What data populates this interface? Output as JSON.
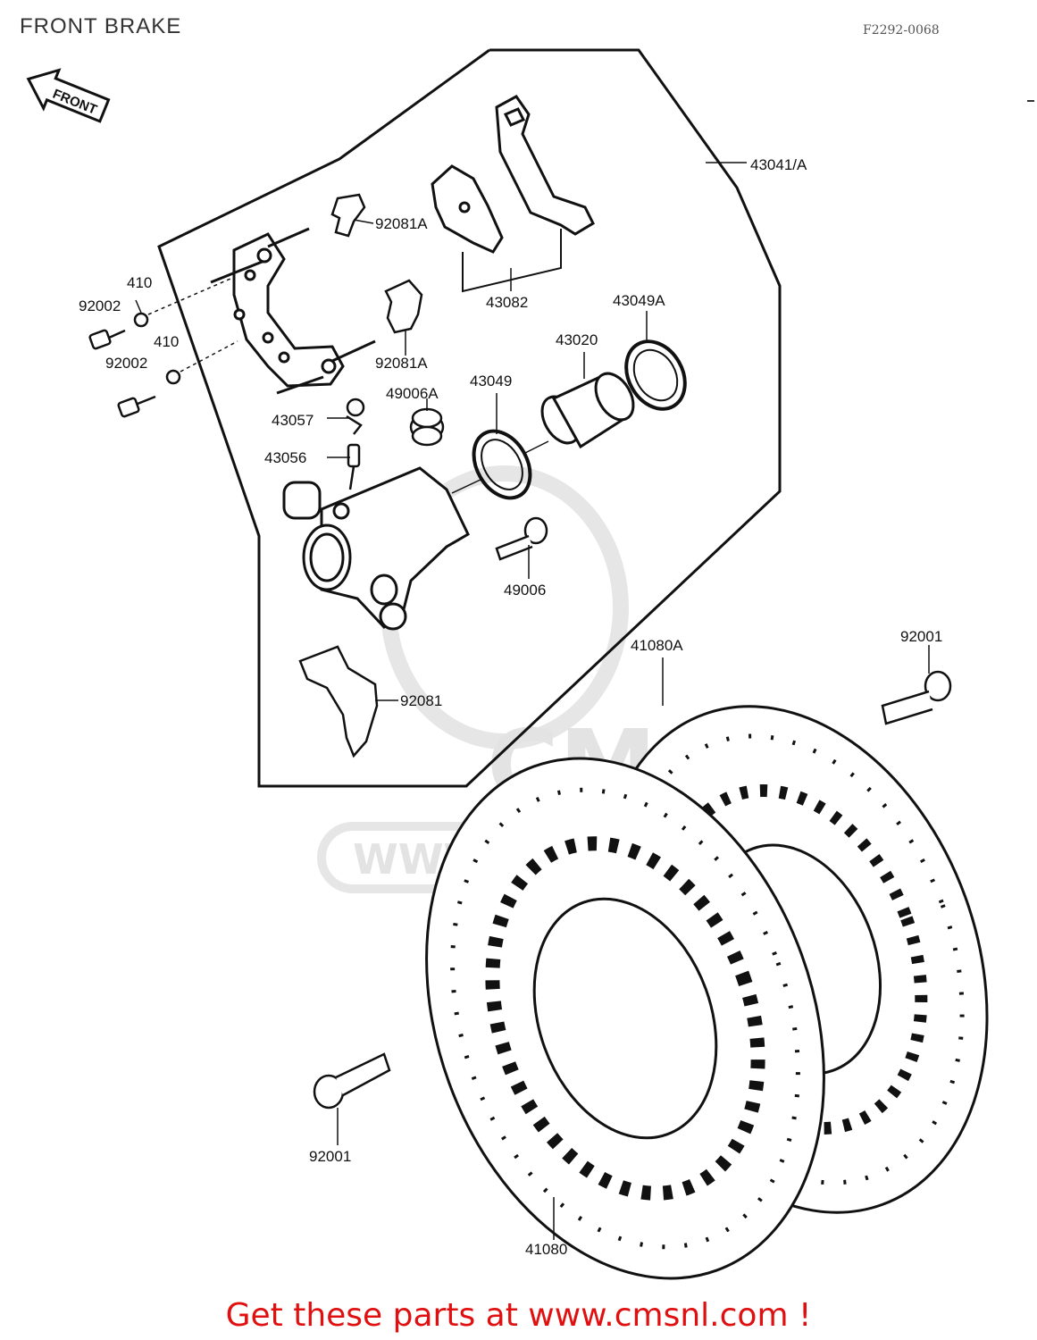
{
  "title": "FRONT BRAKE",
  "ref_code": "F2292-0068",
  "front_arrow_text": "FRONT",
  "watermark": {
    "logo": "CMS",
    "url": "WWW.CMSNL.COM"
  },
  "labels": {
    "caliper_assy": "43041/A",
    "retainer_upper": "92081A",
    "pad_set": "43082",
    "seal_outer": "43049A",
    "piston": "43020",
    "washer_a": "410",
    "bolt_a": "92002",
    "washer_b": "410",
    "bolt_b": "92002",
    "retainer_mid": "92081A",
    "bleeder_cap": "43057",
    "boot": "49006A",
    "seal_inner": "43049",
    "bleeder_valve": "43056",
    "caliper_bolt": "49006",
    "disc_rear": "41080A",
    "disc_bolt_top": "92001",
    "spring_lower": "92081",
    "disc_bolt_left": "92001",
    "disc_front": "41080"
  },
  "footer": {
    "prefix": "Get these parts at ",
    "link": "www.cmsnl.com",
    "suffix": " !"
  }
}
